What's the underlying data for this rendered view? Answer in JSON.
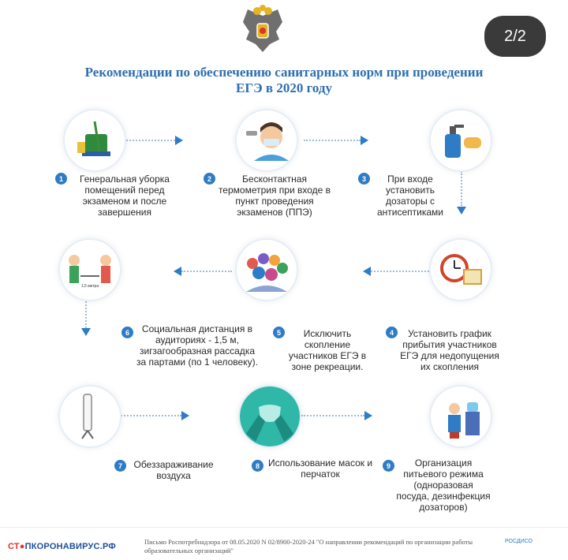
{
  "pager": "2/2",
  "title_line1": "Рекомендации по обеспечению санитарных норм при проведении",
  "title_line2": "ЕГЭ в 2020 году",
  "steps": [
    {
      "num": "1",
      "text": "Генеральная уборка помещений перед экзаменом и после завершения",
      "icon": "cleaning-bucket-icon"
    },
    {
      "num": "2",
      "text": "Бесконтактная термометрия при входе в пункт проведения экзаменов (ППЭ)",
      "icon": "thermometer-person-icon"
    },
    {
      "num": "3",
      "text": "При входе установить дозаторы с антисептиками",
      "icon": "sanitizer-dispenser-icon"
    },
    {
      "num": "4",
      "text": "Установить график прибытия участников ЕГЭ для недопущения их скопления",
      "icon": "clock-calendar-icon"
    },
    {
      "num": "5",
      "text": "Исключить скопление участников ЕГЭ в зоне рекреации.",
      "icon": "crowd-icon"
    },
    {
      "num": "6",
      "text": "Социальная дистанция  в аудиториях - 1,5 м, зигзагообразная рассадка за партами (по 1 человеку).",
      "icon": "social-distance-icon",
      "distance_label": "1,5 метра"
    },
    {
      "num": "7",
      "text": "Обеззараживание воздуха",
      "icon": "air-purifier-icon"
    },
    {
      "num": "8",
      "text": "Использование масок и перчаток",
      "icon": "mask-gloves-icon"
    },
    {
      "num": "9",
      "text": "Организация питьевого режима (одноразовая посуда, дезинфекция дозаторов)",
      "icon": "water-cooler-icon"
    }
  ],
  "footer": {
    "logo_red": "СТ",
    "logo_blue": "ПКОРОНАВИРУС.РФ",
    "note": "Письмо Роспотребнадзора от 08.05.2020 N 02/8900-2020-24 \"О направлении рекомендаций по организации работы образовательных организаций\"",
    "right_logo": "РОСДИСО"
  },
  "colors": {
    "accent": "#2d7cc5",
    "title": "#2e6fb0",
    "logo_red": "#e4312b"
  }
}
